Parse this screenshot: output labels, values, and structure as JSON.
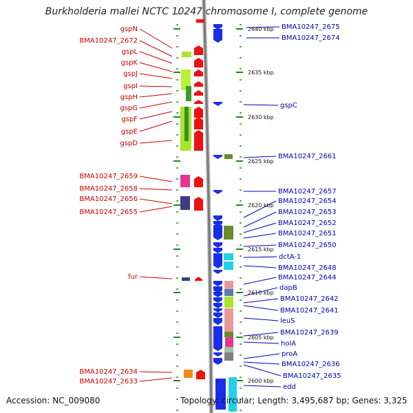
{
  "title": "Burkholderia mallei NCTC 10247 chromosome I, complete genome",
  "footer": {
    "accession": "Accession: NC_009080",
    "topology": "Topology: circular; Length: 3,495,687 bp; Genes: 3,325"
  },
  "kbp_labels": [
    "2640 kbp",
    "2635 kbp",
    "2630 kbp",
    "2625 kbp",
    "2620 kbp",
    "2615 kbp",
    "2610 kbp",
    "2605 kbp",
    "2600 kbp"
  ],
  "left_genes": [
    "gspN",
    "BMA10247_2672",
    "gspL",
    "gspK",
    "gspJ",
    "gspI",
    "gspH",
    "gspG",
    "gspF",
    "gspE",
    "gspD",
    "BMA10247_2659",
    "BMA10247_2658",
    "BMA10247_2656",
    "BMA10247_2655",
    "fur",
    "BMA10247_2634",
    "BMA10247_2633"
  ],
  "right_genes": [
    "BMA10247_2675",
    "BMA10247_2674",
    "gspC",
    "BMA10247_2661",
    "BMA10247_2657",
    "BMA10247_2654",
    "BMA10247_2653",
    "BMA10247_2652",
    "BMA10247_2651",
    "BMA10247_2650",
    "dctA-1",
    "BMA10247_2648",
    "BMA10247_2644",
    "dapB",
    "BMA10247_2642",
    "BMA10247_2641",
    "leuS",
    "BMA10247_2639",
    "holA",
    "proA",
    "BMA10247_2636",
    "BMA10247_2635",
    "edd"
  ],
  "colors": {
    "left_label": "#c80000",
    "right_label": "#0000b4",
    "tick": "#1a8a1a",
    "backbone": "#7a7a7a"
  }
}
